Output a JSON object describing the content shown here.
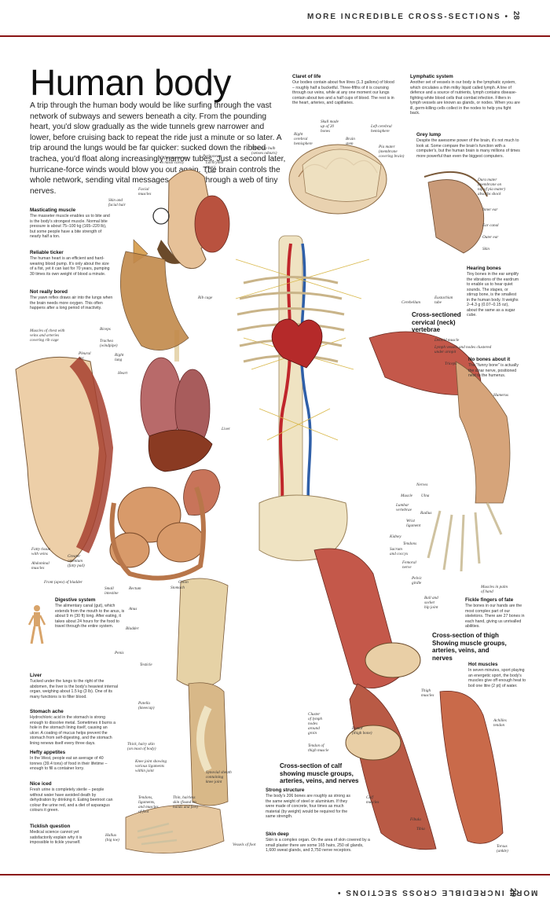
{
  "header": {
    "running_head": "MORE INCREDIBLE CROSS-SECTIONS  •",
    "page_top": "28"
  },
  "footer": {
    "running_foot": "MORE INCREDIBLE CROSS SECTIONS  •",
    "page_bottom": "29"
  },
  "title": "Human body",
  "intro": "A trip through the human body would be like surfing through the vast network of subways and sewers beneath a city. From the pounding heart, you'd slow gradually as the wide tunnels grew narrower and lower, before cruising back to repeat the ride just a minute or so later. A trip around the lungs would be far quicker: sucked down the ribbed trachea, you'd float along increasingly narrow tubes. Just a second later, hurricane-force winds would blow you out again. The brain controls the whole network, sending vital messages sparking through a web of tiny nerves.",
  "boxes": {
    "masticating": {
      "h": "Masticating muscle",
      "t": "The masseter muscle enables us to bite and is the body's strongest muscle. Normal bite pressure is about 75–100 kg (165–220 lb), but some people have a bite strength of nearly half a ton."
    },
    "reliable": {
      "h": "Reliable ticker",
      "t": "The human heart is an efficient and hard-wearing blood pump. It's only about the size of a fist, yet it can last for 70 years, pumping 30 times its own weight of blood a minute."
    },
    "bored": {
      "h": "Not really bored",
      "t": "The yawn reflex draws air into the lungs when the brain needs more oxygen. This often happens after a long period of inactivity."
    },
    "digestive": {
      "h": "Digestive system",
      "t": "The alimentary canal (gut), which extends from the mouth to the anus, is about 9 m (30 ft) long. After eating, it takes about 24 hours for the food to travel through the entire system."
    },
    "liver": {
      "h": "Liver",
      "t": "Tucked under the lungs to the right of the abdomen, the liver is the body's heaviest internal organ, weighing about 1.5 kg (3 lb). One of its many functions is to filter blood."
    },
    "stomach": {
      "h": "Stomach ache",
      "t": "Hydrochloric acid in the stomach is strong enough to dissolve metal. Sometimes it burns a hole in the stomach lining itself, causing an ulcer. A coating of mucus helps prevent the stomach from self-digesting, and the stomach lining renews itself every three days."
    },
    "hefty": {
      "h": "Hefty appetites",
      "t": "In the West, people eat an average of 40 tonnes (39.4 tons) of food in their lifetime – enough to fill a container lorry."
    },
    "iced": {
      "h": "Nice iced",
      "t": "Fresh urine is completely sterile – people without water have avoided death by dehydration by drinking it. Eating beetroot can colour the urine red, and a diet of asparagus colours it green."
    },
    "ticklish": {
      "h": "Ticklish question",
      "t": "Medical science cannot yet satisfactorily explain why it is impossible to tickle yourself."
    },
    "claret": {
      "h": "Claret of life",
      "t": "Our bodies contain about five litres (1.3 gallons) of blood – roughly half a bucketful. Three-fifths of it is coursing through our veins, while at any one moment our lungs contain about two and a half cups of blood. The rest is in the heart, arteries, and capillaries."
    },
    "lymphatic": {
      "h": "Lymphatic system",
      "t": "Another set of vessels in our body is the lymphatic system, which circulates a thin milky liquid called lymph. A line of defence and a source of nutrients, lymph contains disease-fighting white blood cells that combat infection. Filters in lymph vessels are known as glands, or nodes. When you are ill, germ-killing cells collect in the nodes to help you fight back."
    },
    "grey": {
      "h": "Grey lump",
      "t": "Despite the awesome power of the brain, it's not much to look at. Some compare the brain's function with a computer's, but the human brain is many millions of times more powerful than even the biggest computers."
    },
    "hearing": {
      "h": "Hearing bones",
      "t": "Tiny bones in the ear amplify the vibrations of the eardrum to enable us to hear quiet sounds. The stapes, or stirrup bone, is the smallest in the human body. It weighs 2–4.3 g (0.07–0.15 oz), about the same as a sugar cube."
    },
    "nobones": {
      "h": "No bones about it",
      "t": "The \"funny bone\" is actually the ulnar nerve, positioned next to the humerus."
    },
    "fickle": {
      "h": "Fickle fingers of fate",
      "t": "The bones in our hands are the most complex part of our skeletons. There are 27 bones in each hand, giving us unrivalled abilities."
    },
    "hot": {
      "h": "Hot muscles",
      "t": "In seven minutes, sport playing an energetic sport, the body's muscles give off enough heat to boil one litre (2 pt) of water."
    },
    "strong": {
      "h": "Strong structure",
      "t": "The body's 206 bones are roughly as strong as the same weight of steel or aluminium. If they were made of concrete, four times as much material (by weight) would be required for the same strength."
    },
    "skin": {
      "h": "Skin deep",
      "t": "Skin is a complex organ. On the area of skin covered by a small plaster there are some 165 hairs, 250 oil glands, 1,600 sweat glands, and 3,750 nerve receptors."
    }
  },
  "captions": {
    "cervical": "Cross-sectioned cervical (neck) vertebrae",
    "thigh": "Cross-section of thigh Showing muscle groups, arteries, veins, and nerves",
    "calf": "Cross-section of calf showing muscle groups, arteries, veins, and nerves"
  },
  "labels": {
    "skull": "Skull made\nup of 20\nbones",
    "left_hem": "Left cerebral\nhemisphere",
    "right_hem": "Right\ncerebral\nhemisphere",
    "brain_stem": "Brain\nstem",
    "pia": "Pia mater\n(membrane\ncovering brain)",
    "olfactory_bulb": "Olfactory bulb\n(senses odours)",
    "peritoneum": "Peritoneum",
    "lachrymal": "Lachrymal\n(tear)\ngland",
    "olf_nerves": "Olfactory nerves\nin nasal cavity",
    "facial": "Facial\nmuscles",
    "skin_facial": "Skin and\nfacial hair",
    "dura": "Dura mater\n(membrane on\ntop of pia mater)\nabsorbs shock",
    "inner_ear": "Inner ear",
    "ear_canal": "Ear canal",
    "outer_ear": "Outer ear",
    "skin": "Skin",
    "rib_cage": "Rib cage",
    "cerebellum": "Cerebellum",
    "eustachian": "Eustachian\ntube",
    "deltoid": "Deltoid muscle",
    "lymph_nodes": "Lymph vessels and nodes clustered\nunder armpit",
    "triceps": "Triceps",
    "humerus": "Humerus",
    "chest_muscles": "Muscles of chest with\nveins and arteries\ncovering rib cage",
    "pleural": "Pleural\nsac",
    "biceps": "Biceps",
    "trachea": "Trachea\n(windpipe)",
    "right_lung": "Right\nlung",
    "heart": "Heart",
    "liver": "Liver",
    "nerves": "Nerves",
    "muscle": "Muscle",
    "ulna": "Ulna",
    "lumbar": "Lumbar\nvertebrae",
    "radius": "Radius",
    "wrist": "Wrist\nligament",
    "kidney": "Kidney",
    "tendons": "Tendons",
    "sacrum": "Sacrum\nand coccyx",
    "femoral": "Femoral\nnerve",
    "pelvic": "Pelvic\ngirdle",
    "palm": "Muscles in palm\nof hand",
    "ball": "Ball and\nsocket\nhip joint",
    "fatty": "Fatty tissue\nwith veins",
    "abdominal": "Abdominal\nmuscles",
    "omentum": "Greater\nomentum\n(fatty pad)",
    "bladder_front": "Front (apex) of bladder",
    "small_int": "Small\nintestine",
    "rectum": "Rectum",
    "colon": "Colon",
    "stomach": "Stomach",
    "anus": "Anus",
    "bladder": "Bladder",
    "penis": "Penis",
    "testicle": "Testicle",
    "patella": "Patella\n(kneecap)",
    "thick_skin": "Thick, hairy skin\n(on most of body)",
    "knee_joint": "Knee joint showing\nvarious ligaments\nwithin joint",
    "synovial": "Synovial sheath\ncontaining\nknee joint",
    "lymph_groin": "Cluster\nof lymph\nnodes\naround\ngroin",
    "thigh_tendon": "Tendon of\nthigh muscle",
    "femur": "Femur\n(thigh bone)",
    "thigh_muscles": "Thigh\nmuscles",
    "achilles": "Achilles\ntendon",
    "calf": "Calf\nmuscles",
    "fibula": "Fibula",
    "tibia": "Tibia",
    "torsus": "Torsus\n(ankle)",
    "tendons_foot": "Tendons,\nligaments,\nand muscles\nof foot",
    "thin_skin": "Thin, hairless\nskin (found on\nhands and feet)",
    "hallux": "Hallux\n(big toe)",
    "vessels_foot": "Vessels of foot"
  },
  "colors": {
    "accent_rule": "#8a1414",
    "skin": "#e7c9a0",
    "muscle": "#b84a3a",
    "bone": "#efe3c2",
    "artery": "#c0262b",
    "vein": "#2f5fa8"
  }
}
